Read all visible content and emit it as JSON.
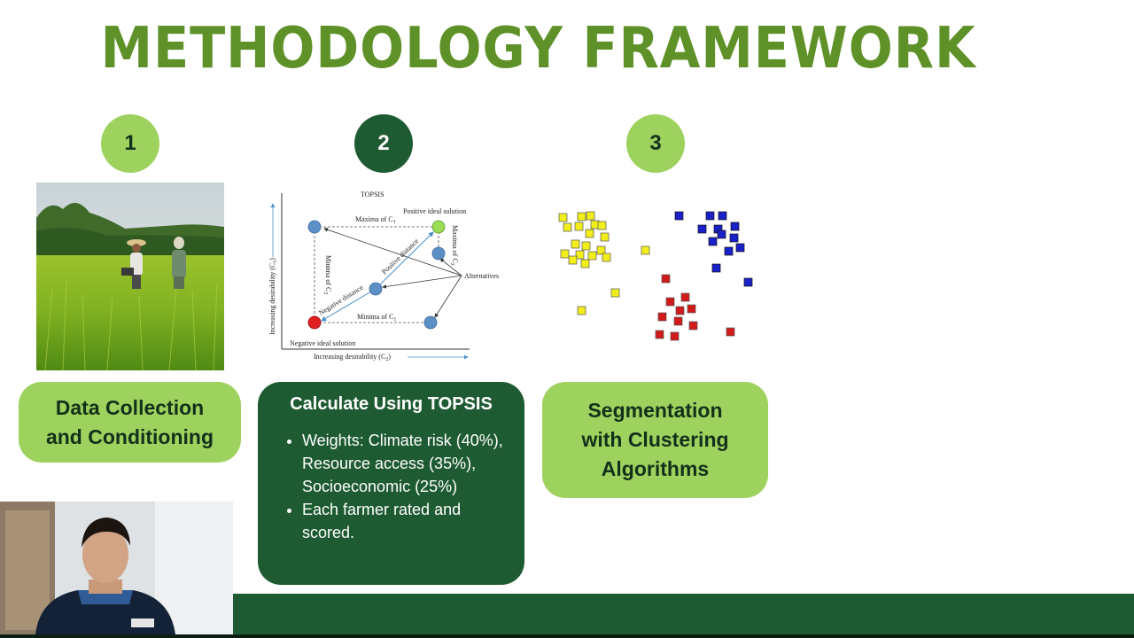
{
  "slide": {
    "title": "METHODOLOGY FRAMEWORK",
    "steps": [
      {
        "number": "1",
        "card_lines": [
          "Data Collection",
          "and Conditioning"
        ]
      },
      {
        "number": "2",
        "card_title": "Calculate Using TOPSIS",
        "bullets": [
          "Weights: Climate risk (40%), Resource access (35%), Socioeconomic (25%)",
          "Each farmer rated and scored."
        ]
      },
      {
        "number": "3",
        "card_lines": [
          "Segmentation",
          "with Clustering",
          "Algorithms"
        ]
      }
    ]
  },
  "topsis_diagram": {
    "title": "TOPSIS",
    "positive_ideal": "Positive ideal solution",
    "negative_ideal": "Negative ideal solution",
    "maxima_c1": "Maxima of C",
    "maxima_c1_sub": "1",
    "minima_c1": "Minima of C",
    "minima_c1_sub": "1",
    "maxima_c2": "Maxima of C",
    "maxima_c2_sub": "2",
    "minima_c2": "Minima of C",
    "minima_c2_sub": "2",
    "positive_distance": "Positive distance",
    "negative_distance": "Negative distance",
    "alternatives": "Alternatives",
    "y_axis": "Increasing desirability (C",
    "y_axis_sub": "1",
    "x_axis": "Increasing desirability (C",
    "x_axis_sub": "2",
    "closing_paren": ")"
  },
  "colors": {
    "title_green": "#5e9127",
    "light_green": "#9ed25e",
    "dark_green": "#1e5b32",
    "cluster_yellow": "#f2ee1c",
    "cluster_blue": "#1a21c8",
    "cluster_red": "#d11a1a"
  },
  "icons": {
    "bullet": "•"
  }
}
